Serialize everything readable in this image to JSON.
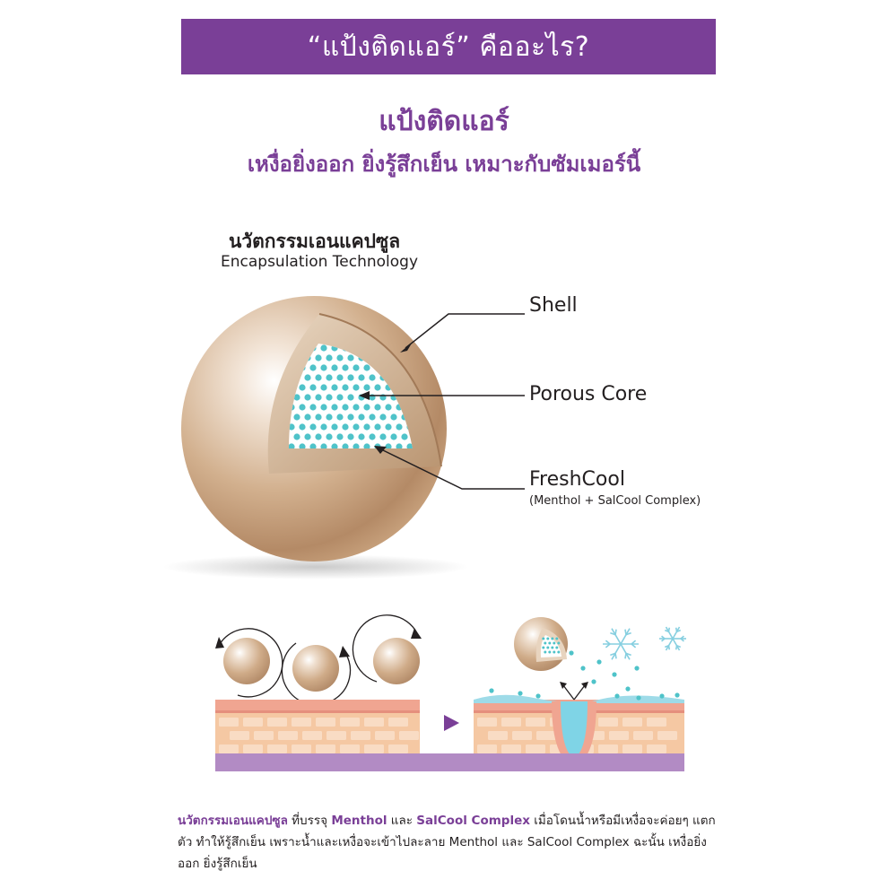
{
  "banner": {
    "title": "“แป้งติดแอร์” คืออะไร?"
  },
  "headline": {
    "title": "แป้งติดแอร์",
    "subtitle": "เหงื่อยิ่งออก ยิ่งรู้สึกเย็น เหมาะกับซัมเมอร์นี้"
  },
  "technology": {
    "title_th": "นวัตกรรมเอนแคปซูล",
    "title_en": "Encapsulation Technology"
  },
  "labels": {
    "shell": "Shell",
    "core": "Porous Core",
    "fresh": "FreshCool",
    "fresh_sub": "(Menthol + SalCool Complex)"
  },
  "caption": {
    "p1": "นวัตกรรมเอนแคปซูล",
    "p2": " ที่บรรจุ ",
    "p3": "Menthol",
    "p4": " และ ",
    "p5": "SalCool Complex",
    "p6": " เมื่อโดนน้ำหรือมีเหงื่อจะค่อยๆ แตกตัว ทำให้รู้สึกเย็น เพราะน้ำและเหงื่อจะเข้าไปละลาย Menthol และ SalCool Complex ฉะนั้น เหงื่อยิ่งออก ยิ่งรู้สึกเย็น"
  },
  "colors": {
    "brand_purple": "#7a3f97",
    "sphere_gold": "#c9a37e",
    "core_dot_cyan": "#4fc3c9",
    "skin_pink": "#f0a591",
    "skin_tan": "#f5c8a3",
    "base_lavender": "#b28bc4"
  },
  "icons": [
    "rotate-arrow-icon",
    "play-arrow-icon",
    "snowflake-icon"
  ]
}
